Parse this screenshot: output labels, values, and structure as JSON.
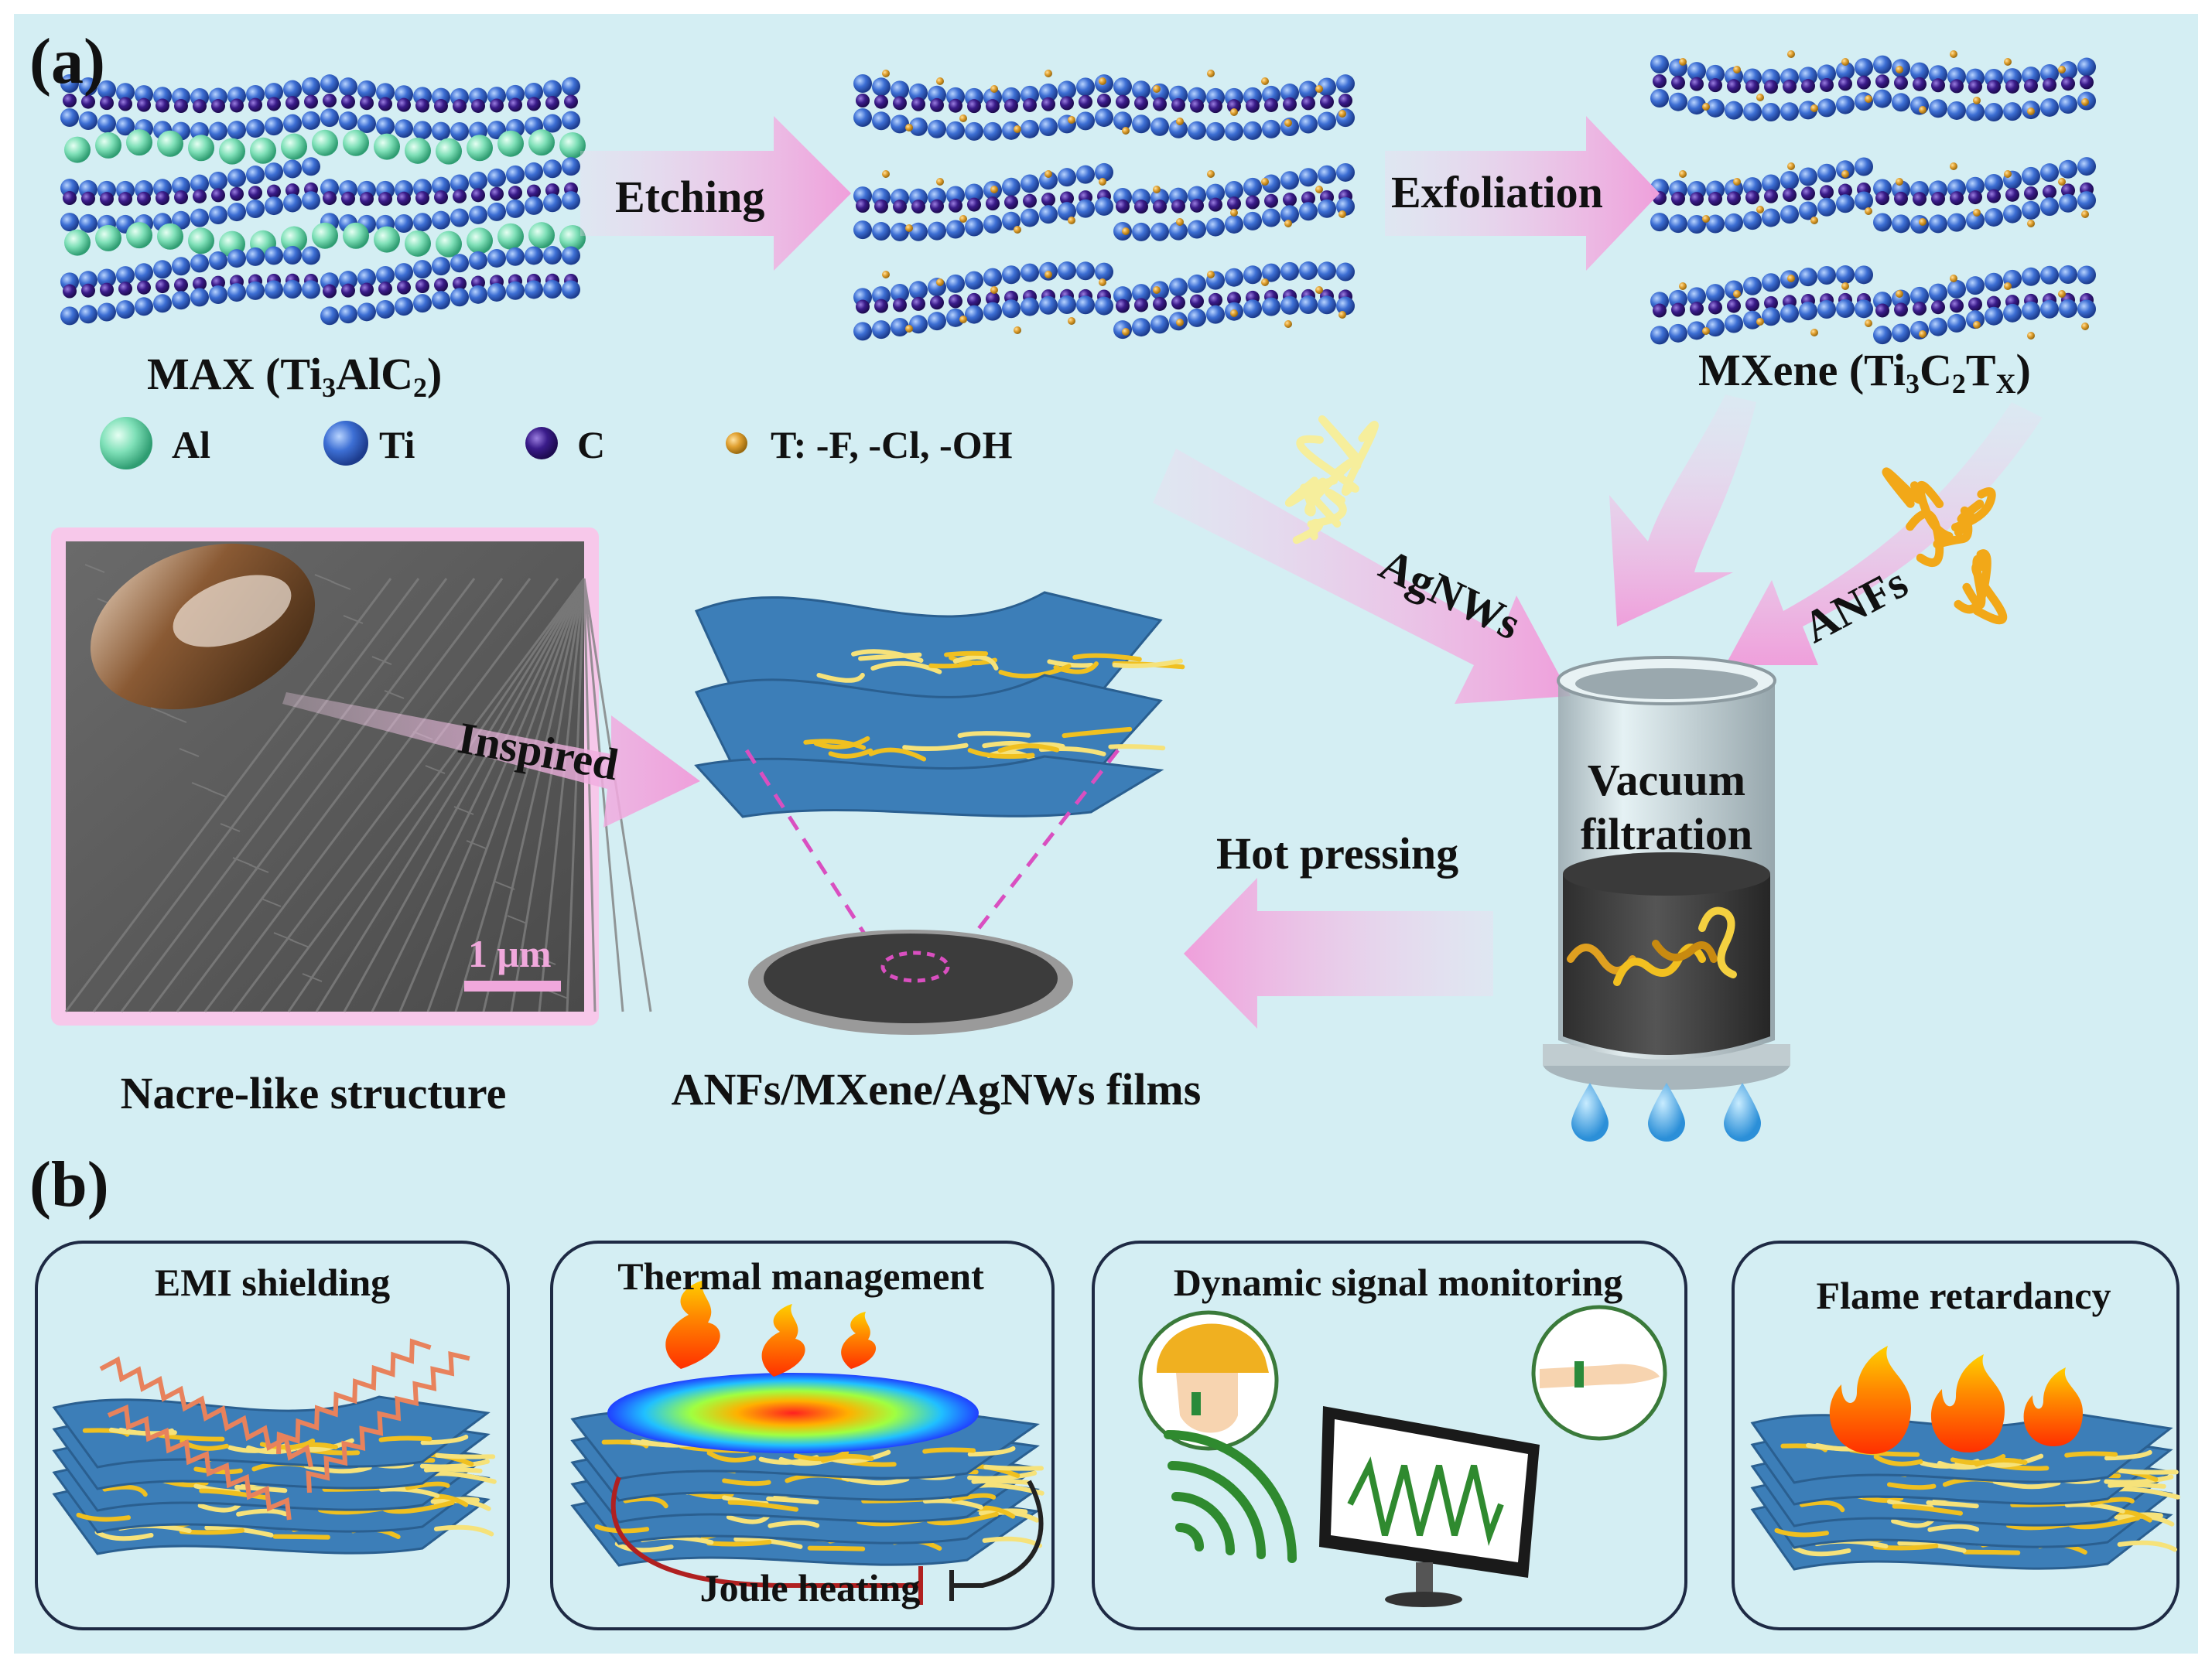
{
  "panel_a": {
    "label": "(a)",
    "max_label_prefix": "MAX (Ti",
    "max_sub1": "3",
    "max_mid": "AlC",
    "max_sub2": "2",
    "max_suffix": ")",
    "mxene_prefix": "MXene (Ti",
    "mxene_sub1": "3",
    "mxene_mid1": "C",
    "mxene_sub2": "2",
    "mxene_mid2": "T",
    "mxene_sub3": "X",
    "mxene_suffix": ")",
    "etching": "Etching",
    "exfoliation": "Exfoliation",
    "legend": {
      "al": "Al",
      "ti": "Ti",
      "c": "C",
      "t": "T:  -F,  -Cl,  -OH"
    },
    "agnws": "AgNWs",
    "anfs": "ANFs",
    "inspired": "Inspired",
    "vacuum": "Vacuum",
    "filtration": "filtration",
    "hot_pressing": "Hot pressing",
    "scale_bar": "1 μm",
    "nacre_caption": "Nacre-like structure",
    "films_caption": "ANFs/MXene/AgNWs films"
  },
  "panel_b": {
    "label": "(b)",
    "cards": [
      {
        "title": "EMI shielding"
      },
      {
        "title": "Thermal management",
        "sub": "Joule heating"
      },
      {
        "title": "Dynamic signal monitoring"
      },
      {
        "title": "Flame retardancy"
      }
    ]
  },
  "colors": {
    "background": "#d4eef3",
    "arrow_pink": "#f0a8dc",
    "sheet_blue": "#3c7eb8",
    "ti_blue": "#3d6fd4",
    "c_purple": "#3a1c8a",
    "al_green": "#7fe0b8",
    "t_orange": "#e0a030",
    "wire_gold": "#f0c020"
  }
}
